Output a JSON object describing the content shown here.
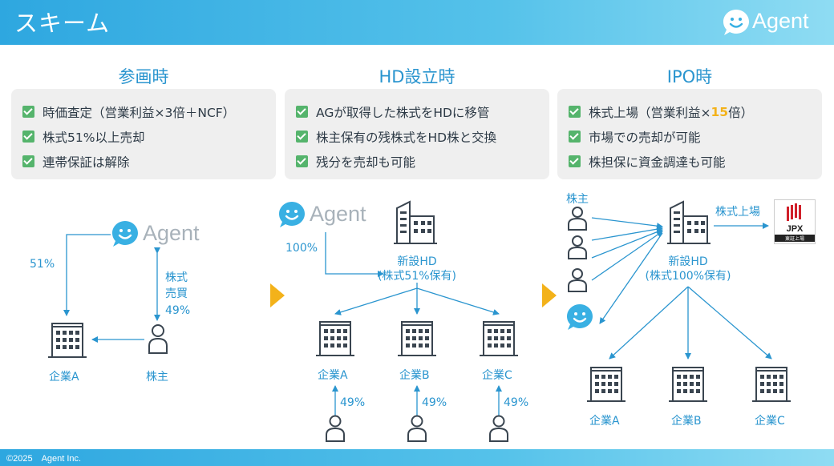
{
  "header": {
    "title": "スキーム",
    "logo_text": "Agent"
  },
  "footer": {
    "copyright": "©2025　Agent Inc."
  },
  "columns": [
    {
      "title": "参画時",
      "items": [
        "時価査定（営業利益×3倍＋NCF）",
        "株式51%以上売却",
        "連帯保証は解除"
      ]
    },
    {
      "title": "HD設立時",
      "items": [
        "AGが取得した株式をHDに移管",
        "株主保有の残株式をHD株と交換",
        "残分を売却も可能"
      ]
    },
    {
      "title": "IPO時",
      "items": [
        "株式上場（営業利益×",
        "15",
        "倍）",
        "市場での売却が可能",
        "株担保に資金調達も可能"
      ]
    }
  ],
  "diagram1": {
    "logo_text": "Agent",
    "pct_51": "51%",
    "trade_label_1": "株式",
    "trade_label_2": "売買",
    "pct_49": "49%",
    "company": "企業A",
    "shareholder": "株主"
  },
  "diagram2": {
    "logo_text": "Agent",
    "pct_100": "100%",
    "hd_name": "新設HD",
    "hd_hold": "(株式51%保有)",
    "companies": [
      "企業A",
      "企業B",
      "企業C"
    ],
    "pct": "49%"
  },
  "diagram3": {
    "shareholder": "株主",
    "listing": "株式上場",
    "hd_name": "新設HD",
    "hd_hold": "(株式100%保有)",
    "companies": [
      "企業A",
      "企業B",
      "企業C"
    ],
    "jpx": "JPX",
    "jpx_sub": "東証上場"
  },
  "colors": {
    "accent": "#2a95cf",
    "check": "#55b46c",
    "highlight": "#f3b21a",
    "box_bg": "#efefef"
  }
}
